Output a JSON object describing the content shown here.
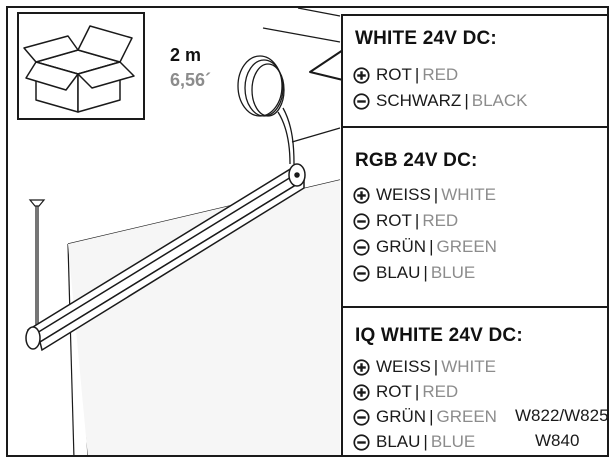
{
  "cable_length": {
    "metric": "2 m",
    "imperial": "6,56´"
  },
  "panels": [
    {
      "title": "WHITE 24V DC:",
      "rows": [
        {
          "sign": "plus",
          "de": "ROT",
          "sep": "|",
          "en": "RED"
        },
        {
          "sign": "minus",
          "de": "SCHWARZ",
          "sep": "|",
          "en": "BLACK"
        }
      ]
    },
    {
      "title": "RGB 24V DC:",
      "rows": [
        {
          "sign": "plus",
          "de": "WEISS",
          "sep": "|",
          "en": "WHITE"
        },
        {
          "sign": "minus",
          "de": "ROT",
          "sep": "|",
          "en": "RED"
        },
        {
          "sign": "minus",
          "de": "GRÜN",
          "sep": "|",
          "en": "GREEN"
        },
        {
          "sign": "minus",
          "de": "BLAU",
          "sep": "|",
          "en": "BLUE"
        }
      ]
    },
    {
      "title": "IQ WHITE 24V DC:",
      "rows": [
        {
          "sign": "plus",
          "de": "WEISS",
          "sep": "|",
          "en": "WHITE"
        },
        {
          "sign": "plus",
          "de": "ROT",
          "sep": "|",
          "en": "RED"
        },
        {
          "sign": "minus",
          "de": "GRÜN",
          "sep": "|",
          "en": "GREEN",
          "code": "W822/W825"
        },
        {
          "sign": "minus",
          "de": "BLAU",
          "sep": "|",
          "en": "BLUE",
          "code": "W840"
        }
      ]
    }
  ],
  "icons": {
    "box": "open-box-icon",
    "plus": "plus-circle-icon",
    "minus": "minus-circle-icon",
    "luminaire": "pendant-luminaire-illustration"
  },
  "colors": {
    "line": "#1a1a1a",
    "english_text": "#8c8c8c",
    "wall_shade": "#f4f4f4"
  }
}
